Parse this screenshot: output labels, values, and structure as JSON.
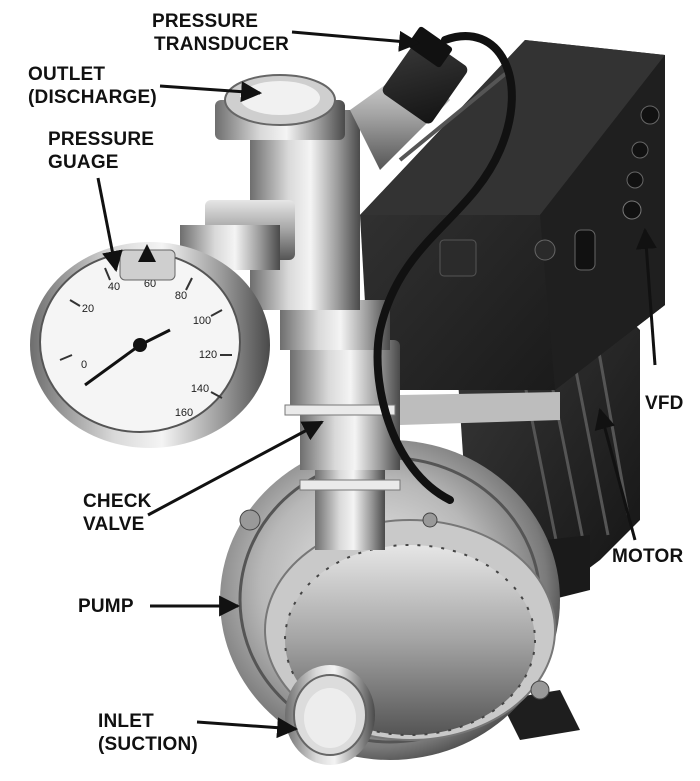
{
  "labels": {
    "pressure_transducer": [
      "PRESSURE",
      "TRANSDUCER"
    ],
    "outlet": [
      "OUTLET",
      "(DISCHARGE)"
    ],
    "pressure_gauge": [
      "PRESSURE",
      "GUAGE"
    ],
    "vfd": "VFD",
    "check_valve": [
      "CHECK",
      "VALVE"
    ],
    "motor": "MOTOR",
    "pump": "PUMP",
    "inlet": [
      "INLET",
      "(SUCTION)"
    ]
  },
  "gauge": {
    "dial_numbers": [
      "0",
      "20",
      "40",
      "60",
      "80",
      "100",
      "120",
      "140",
      "160"
    ]
  },
  "colors": {
    "label_text": "#111111",
    "arrow": "#111111",
    "background": "#ffffff"
  }
}
